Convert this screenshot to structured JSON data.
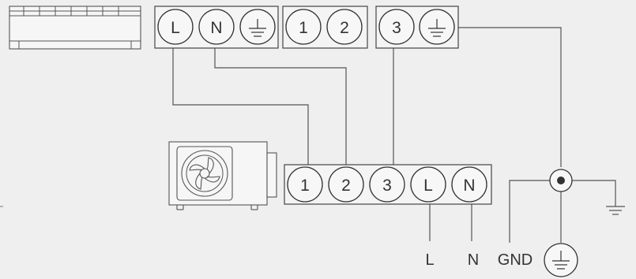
{
  "indoor_blocks": [
    {
      "terminals": [
        "L",
        "N",
        "ground"
      ]
    },
    {
      "terminals": [
        "1",
        "2"
      ]
    },
    {
      "terminals": [
        "3",
        "ground"
      ]
    }
  ],
  "outdoor_block": {
    "terminals": [
      "1",
      "2",
      "3",
      "L",
      "N"
    ]
  },
  "supply_labels": {
    "live": "L",
    "neutral": "N",
    "ground": "GND"
  },
  "icons": {
    "indoor_unit": "indoor-unit-icon",
    "outdoor_unit": "outdoor-unit-icon",
    "ground": "ground-symbol-icon",
    "junction": "junction-node-icon"
  }
}
